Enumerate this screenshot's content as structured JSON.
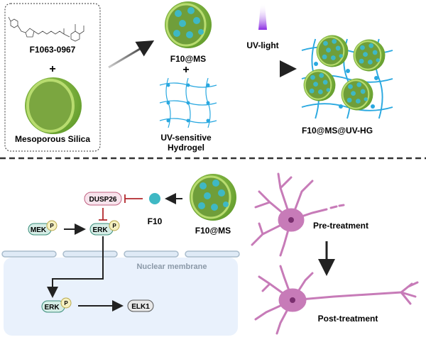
{
  "top": {
    "compound_label": "F1063-0967",
    "plus1": "+",
    "carrier_label": "Mesoporous Silica",
    "loaded_label": "F10@MS",
    "plus2": "+",
    "hydrogel_label_line1": "UV-sensitive",
    "hydrogel_label_line2": "Hydrogel",
    "uv_label": "UV-light",
    "product_label": "F10@MS@UV-HG"
  },
  "pathway": {
    "dusp26": "DUSP26",
    "f10": "F10",
    "f10ms": "F10@MS",
    "mek": "MEK",
    "erk": "ERK",
    "erk_nuclear": "ERK",
    "elk1": "ELK1",
    "phospho": "P",
    "nuclear_membrane": "Nuclear membrane"
  },
  "neurons": {
    "pre": "Pre-treatment",
    "post": "Post-treatment"
  },
  "colors": {
    "silica_green": "#7fb539",
    "drug_cyan": "#3fb8c4",
    "hydrogel_blue": "#29a8e0",
    "uv_purple": "#8a2be2",
    "inhibit_red": "#b3282d",
    "neuron_pink": "#c77bb8",
    "nucleus_bg": "#e9f1fc"
  }
}
